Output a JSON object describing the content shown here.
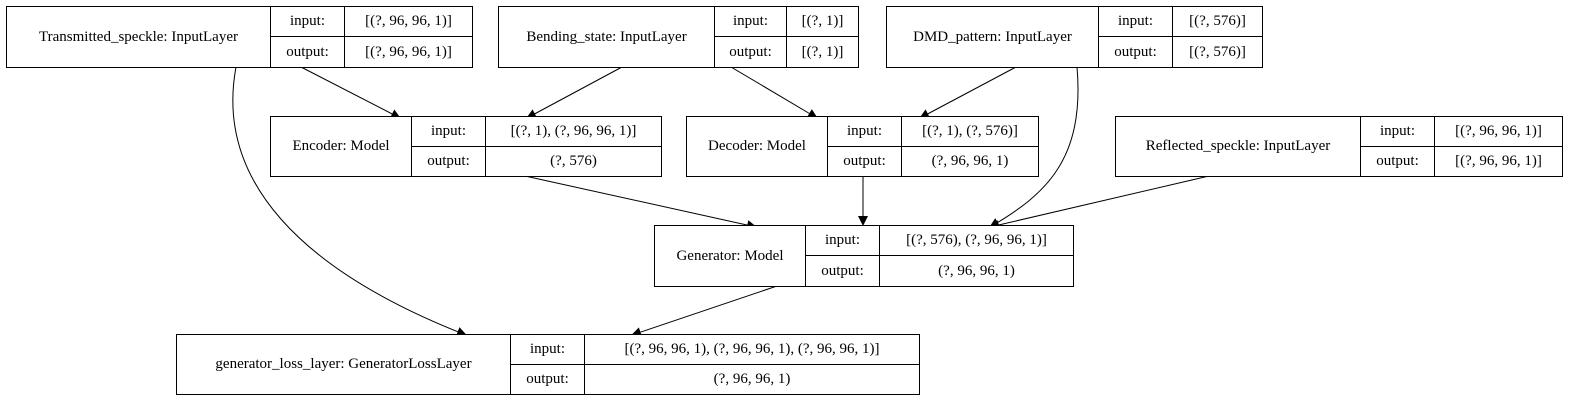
{
  "labels": {
    "input": "input:",
    "output": "output:"
  },
  "nodes": {
    "transmitted": {
      "name": "Transmitted_speckle: InputLayer",
      "input": "[(?, 96, 96, 1)]",
      "output": "[(?, 96, 96, 1)]"
    },
    "bending": {
      "name": "Bending_state: InputLayer",
      "input": "[(?, 1)]",
      "output": "[(?, 1)]"
    },
    "dmd": {
      "name": "DMD_pattern: InputLayer",
      "input": "[(?, 576)]",
      "output": "[(?, 576)]"
    },
    "encoder": {
      "name": "Encoder: Model",
      "input": "[(?, 1), (?, 96, 96, 1)]",
      "output": "(?, 576)"
    },
    "decoder": {
      "name": "Decoder: Model",
      "input": "[(?, 1), (?, 576)]",
      "output": "(?, 96, 96, 1)"
    },
    "reflected": {
      "name": "Reflected_speckle: InputLayer",
      "input": "[(?, 96, 96, 1)]",
      "output": "[(?, 96, 96, 1)]"
    },
    "generator": {
      "name": "Generator: Model",
      "input": "[(?, 576), (?, 96, 96, 1)]",
      "output": "(?, 96, 96, 1)"
    },
    "loss": {
      "name": "generator_loss_layer: GeneratorLossLayer",
      "input": "[(?, 96, 96, 1), (?, 96, 96, 1), (?, 96, 96, 1)]",
      "output": "(?, 96, 96, 1)"
    }
  },
  "edges": [
    {
      "from": "transmitted",
      "to": "encoder"
    },
    {
      "from": "transmitted",
      "to": "loss"
    },
    {
      "from": "bending",
      "to": "encoder"
    },
    {
      "from": "bending",
      "to": "decoder"
    },
    {
      "from": "dmd",
      "to": "decoder"
    },
    {
      "from": "dmd",
      "to": "generator"
    },
    {
      "from": "encoder",
      "to": "generator"
    },
    {
      "from": "decoder",
      "to": "generator"
    },
    {
      "from": "reflected",
      "to": "generator"
    },
    {
      "from": "generator",
      "to": "loss"
    }
  ]
}
